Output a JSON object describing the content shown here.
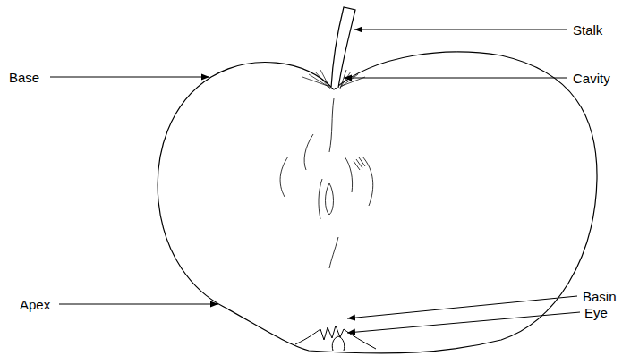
{
  "diagram": {
    "labels": [
      "Stalk",
      "Base",
      "Cavity",
      "Apex",
      "Basin",
      "Eye"
    ]
  }
}
